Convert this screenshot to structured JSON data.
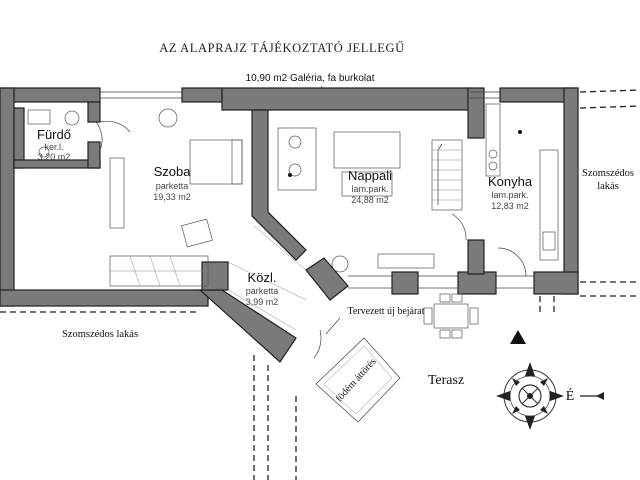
{
  "title": "AZ ALAPRAJZ TÁJÉKOZTATÓ JELLEGŰ",
  "gallery_note": "10,90 m2 Galéria, fa burkolat",
  "rooms": {
    "furdo": {
      "name": "Fürdő",
      "floor": "ker.l.",
      "area": "3,20 m2"
    },
    "szoba": {
      "name": "Szoba",
      "floor": "parketta",
      "area": "19,33 m2"
    },
    "nappali": {
      "name": "Nappali",
      "floor": "lam.park.",
      "area": "24,88 m2"
    },
    "konyha": {
      "name": "Konyha",
      "floor": "lam.park.",
      "area": "12,83 m2"
    },
    "kozl": {
      "name": "Közl.",
      "floor": "parketta",
      "area": "3,99 m2"
    }
  },
  "labels": {
    "neighbor_right_1": "Szomszédos",
    "neighbor_right_2": "lakás",
    "neighbor_left": "Szomszédos lakás",
    "entrance": "Tervezett új bejárat",
    "slab_opening": "födém áttörés",
    "terrace": "Terasz",
    "north_mark": "É"
  },
  "colors": {
    "wall": "#7a7a7a",
    "line": "#222222"
  }
}
